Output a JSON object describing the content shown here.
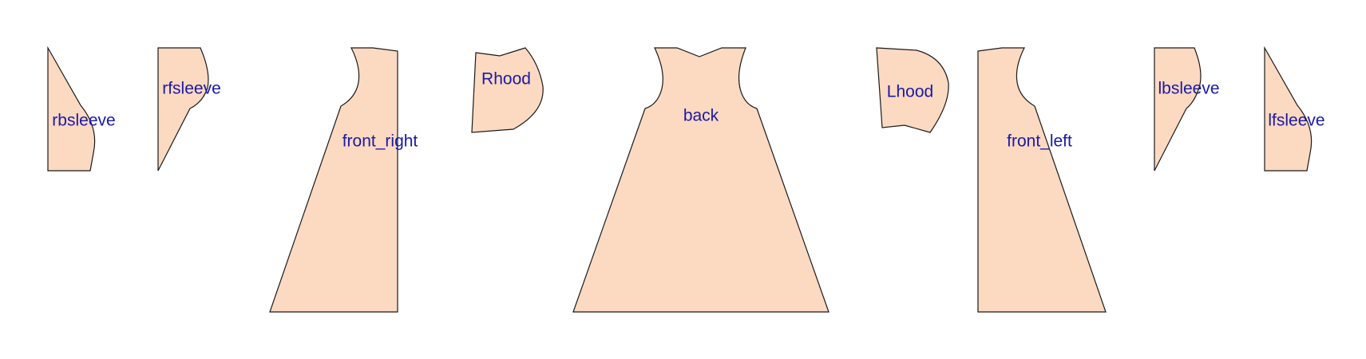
{
  "pieces": {
    "rbsleeve": "rbsleeve",
    "rfsleeve": "rfsleeve",
    "front_right": "front_right",
    "rhood": "Rhood",
    "back": "back",
    "lhood": "Lhood",
    "front_left": "front_left",
    "lbsleeve": "lbsleeve",
    "lfsleeve": "lfsleeve"
  },
  "colors": {
    "fill": "#fcd9c1",
    "stroke": "#1a1a1a",
    "label": "#1a1aa6"
  }
}
